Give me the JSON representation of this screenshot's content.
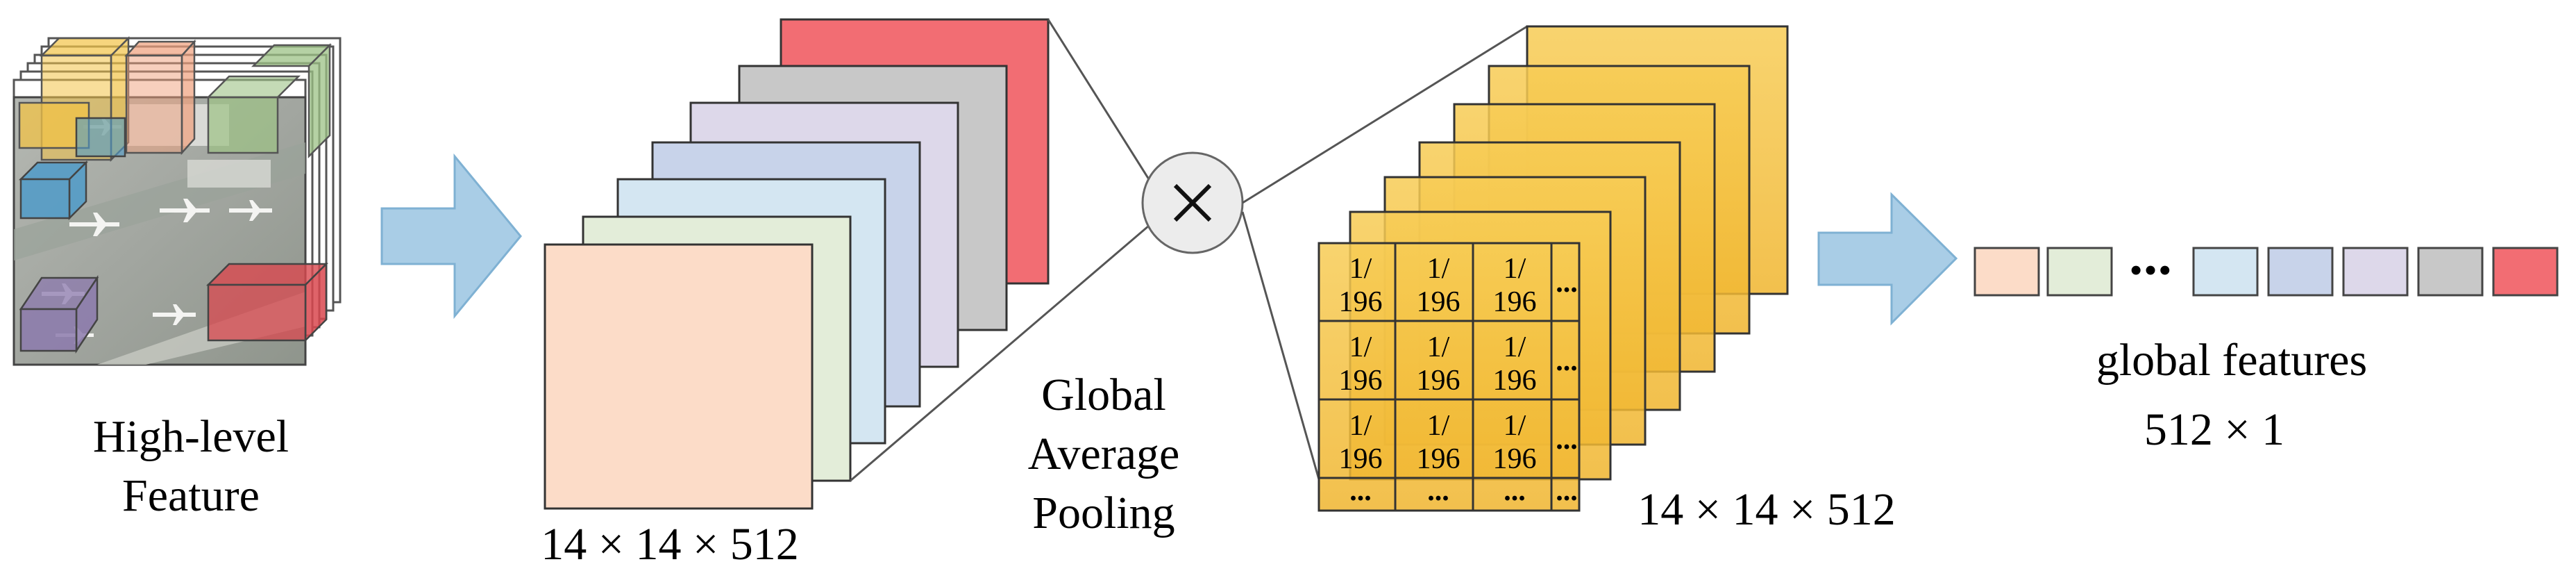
{
  "colors": {
    "arrow_fill": "#a9cde6",
    "arrow_stroke": "#7fb1d3",
    "channel_colors": [
      "#fcdcc8",
      "#e3edd9",
      "#d4e6f2",
      "#c8d3ea",
      "#ddd8ea",
      "#c8c8c8",
      "#f26d73"
    ],
    "yellow_map": "#f5c242",
    "box_yellow": "#f2c347",
    "box_orange": "#f0a07c",
    "box_green": "#9cc285",
    "box_blue": "#4f9bc9",
    "box_purple": "#8c7aad",
    "box_red": "#d9484f"
  },
  "icons": {
    "multiply": "multiply-icon",
    "flow_arrow": "block-arrow-right-icon"
  },
  "labels": {
    "high_level_line1": "High-level",
    "high_level_line2": "Feature",
    "feature_dims": "14 × 14 × 512",
    "gap_line1": "Global",
    "gap_line2": "Average",
    "gap_line3": "Pooling",
    "weights_dims": "14 × 14 × 512",
    "global_features": "global features",
    "global_dims": "512 × 1",
    "multiply_symbol": "×",
    "vector_ellipsis": "•••"
  },
  "weight_grid": {
    "cell_top": "1/",
    "cell_bottom": "196",
    "ellipsis": "..."
  }
}
